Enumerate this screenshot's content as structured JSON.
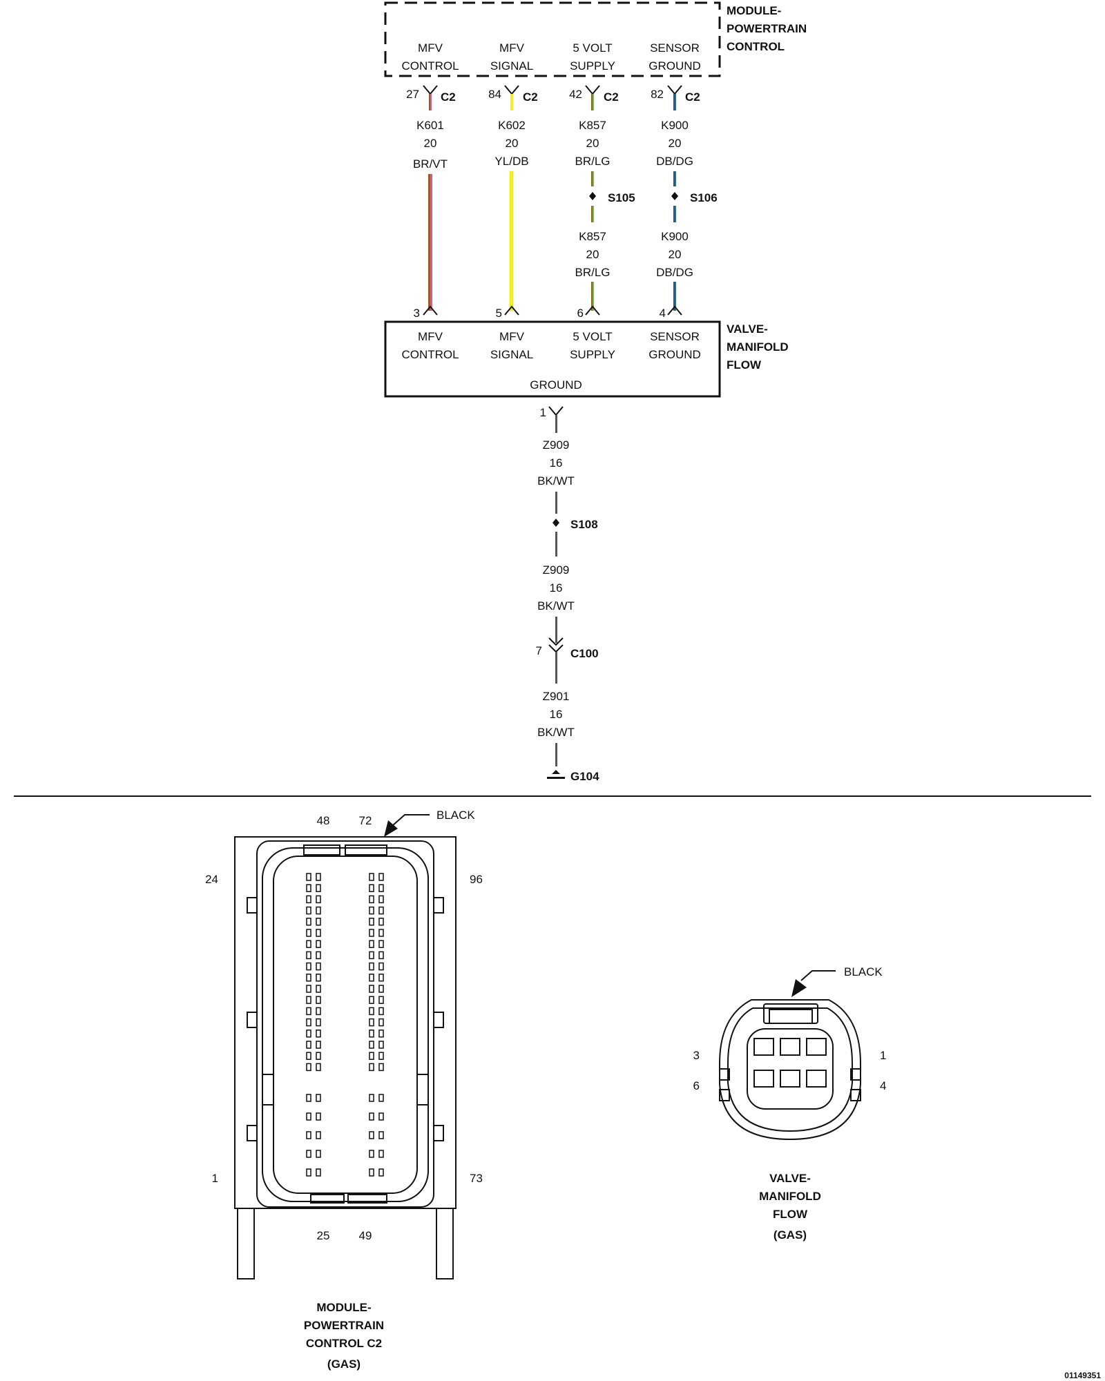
{
  "pcm": {
    "name_lines": [
      "MODULE-",
      "POWERTRAIN",
      "CONTROL"
    ],
    "pins": [
      {
        "label1": "MFV",
        "label2": "CONTROL",
        "pin": "27",
        "conn": "C2"
      },
      {
        "label1": "MFV",
        "label2": "SIGNAL",
        "pin": "84",
        "conn": "C2"
      },
      {
        "label1": "5 VOLT",
        "label2": "SUPPLY",
        "pin": "42",
        "conn": "C2"
      },
      {
        "label1": "SENSOR",
        "label2": "GROUND",
        "pin": "82",
        "conn": "C2"
      }
    ]
  },
  "wires": [
    {
      "circuit": "K601",
      "gauge": "20",
      "color": "BR/VT",
      "colors": [
        "#9b5a2e",
        "#e0569b"
      ]
    },
    {
      "circuit": "K602",
      "gauge": "20",
      "color": "YL/DB",
      "colors": [
        "#f2ef2b",
        "#f2ef2b"
      ]
    },
    {
      "circuit": "K857",
      "gauge": "20",
      "color": "BR/LG",
      "colors": [
        "#9b5a2e",
        "#68c33b"
      ],
      "splice": "S105",
      "circuit2": "K857",
      "gauge2": "20",
      "color2": "BR/LG"
    },
    {
      "circuit": "K900",
      "gauge": "20",
      "color": "DB/DG",
      "colors": [
        "#1c4fa6",
        "#2e7f4a"
      ],
      "splice": "S106",
      "circuit2": "K900",
      "gauge2": "20",
      "color2": "DB/DG"
    }
  ],
  "valve": {
    "name_lines": [
      "VALVE-",
      "MANIFOLD",
      "FLOW"
    ],
    "pins": [
      {
        "label1": "MFV",
        "label2": "CONTROL",
        "pin": "3"
      },
      {
        "label1": "MFV",
        "label2": "SIGNAL",
        "pin": "5"
      },
      {
        "label1": "5 VOLT",
        "label2": "SUPPLY",
        "pin": "6"
      },
      {
        "label1": "SENSOR",
        "label2": "GROUND",
        "pin": "4"
      }
    ],
    "ground_label": "GROUND",
    "ground_pin": "1"
  },
  "ground_path": {
    "seg1": {
      "circuit": "Z909",
      "gauge": "16",
      "color": "BK/WT"
    },
    "splice": "S108",
    "seg2": {
      "circuit": "Z909",
      "gauge": "16",
      "color": "BK/WT"
    },
    "inline_pin": "7",
    "inline_conn": "C100",
    "seg3": {
      "circuit": "Z901",
      "gauge": "16",
      "color": "BK/WT"
    },
    "ground": "G104"
  },
  "pcm_connector_view": {
    "pin_labels": {
      "top_left": "48",
      "top_right": "72",
      "left_top": "24",
      "right_top": "96",
      "left_bottom": "1",
      "right_bottom": "73",
      "bottom_left": "25",
      "bottom_right": "49"
    },
    "color": "BLACK",
    "caption": [
      "MODULE-",
      "POWERTRAIN",
      "CONTROL C2",
      "(GAS)"
    ]
  },
  "valve_connector_view": {
    "pin_labels": {
      "left_top": "3",
      "left_bottom": "6",
      "right_top": "1",
      "right_bottom": "4"
    },
    "color": "BLACK",
    "caption": [
      "VALVE-",
      "MANIFOLD",
      "FLOW",
      "(GAS)"
    ]
  },
  "figure_id": "01149351",
  "colors": {
    "line": "#111111",
    "ground_wire": "#555555"
  }
}
